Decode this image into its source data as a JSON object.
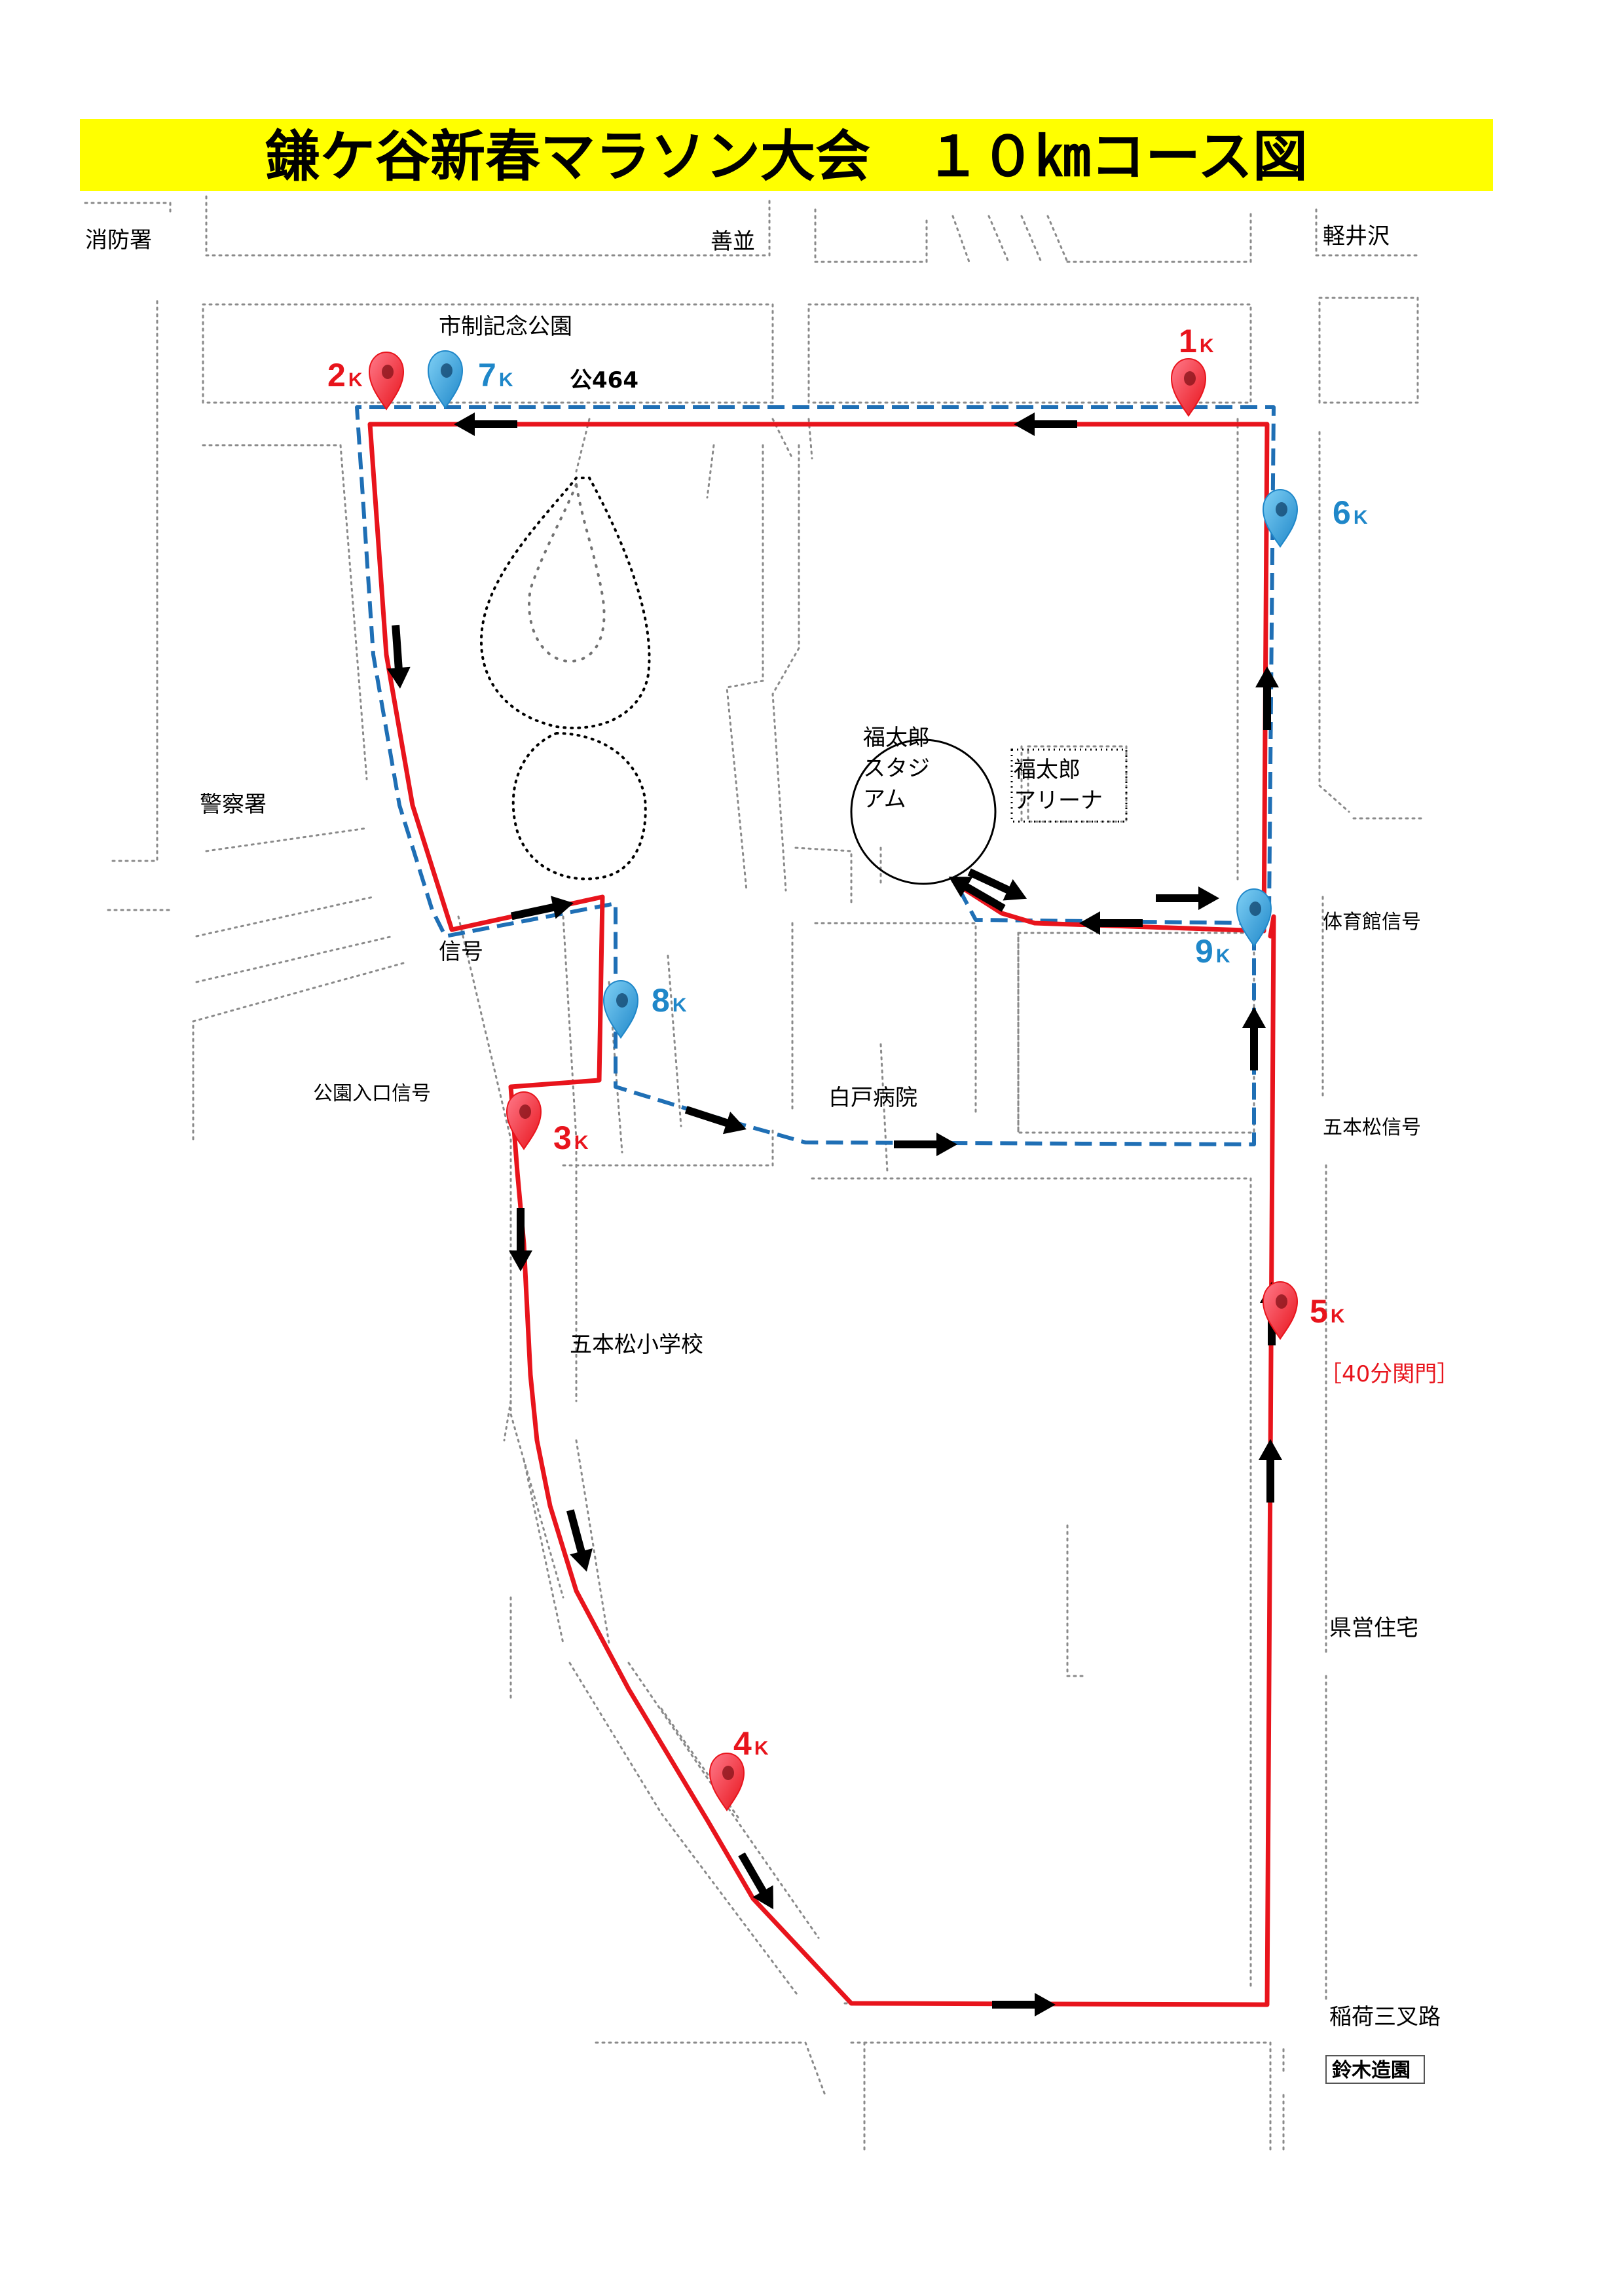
{
  "title": "鎌ケ谷新春マラソン大会　１０㎞コース図",
  "colors": {
    "title_bg": "#ffff00",
    "route_red": "#e8141c",
    "route_blue": "#1f6fb5",
    "marker_red": "#e8141c",
    "marker_blue": "#1f87c9",
    "arrow": "#000000"
  },
  "places": {
    "fire_station": "消防署",
    "zennami": "善並",
    "karuizawa": "軽井沢",
    "city_park": "市制記念公園",
    "road_464": "公464",
    "police": "警察署",
    "stadium_l1": "福太郎",
    "stadium_l2": "スタジ",
    "stadium_l3": "アム",
    "arena_l1": "福太郎",
    "arena_l2": "アリーナ",
    "gym_signal": "体育館信号",
    "signal": "信号",
    "park_entrance_signal": "公園入口信号",
    "shirato_hospital": "白戸病院",
    "gohonmatsu_signal": "五本松信号",
    "gohonmatsu_school": "五本松小学校",
    "prefectural_housing": "県営住宅",
    "inari_junction": "稲荷三叉路",
    "suzuki_nursery": "鈴木造園"
  },
  "markers": [
    {
      "id": "1k",
      "num": "1",
      "unit": "K",
      "color": "red"
    },
    {
      "id": "2k",
      "num": "2",
      "unit": "K",
      "color": "red"
    },
    {
      "id": "3k",
      "num": "3",
      "unit": "K",
      "color": "red"
    },
    {
      "id": "4k",
      "num": "4",
      "unit": "K",
      "color": "red"
    },
    {
      "id": "5k",
      "num": "5",
      "unit": "K",
      "color": "red"
    },
    {
      "id": "6k",
      "num": "6",
      "unit": "K",
      "color": "blue"
    },
    {
      "id": "7k",
      "num": "7",
      "unit": "K",
      "color": "blue"
    },
    {
      "id": "8k",
      "num": "8",
      "unit": "K",
      "color": "blue"
    },
    {
      "id": "9k",
      "num": "9",
      "unit": "K",
      "color": "blue"
    }
  ],
  "cutoff_note": "［40分関門］",
  "icons": {
    "marker": "map-pin-icon",
    "direction": "direction-arrow-icon"
  }
}
